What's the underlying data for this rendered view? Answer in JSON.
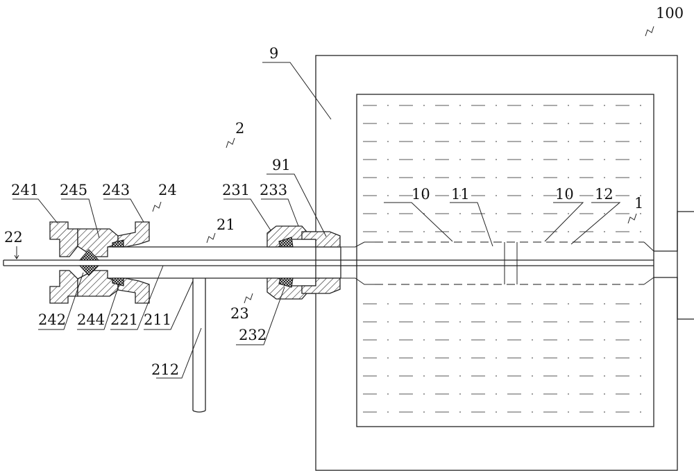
{
  "labels": {
    "l100": "100",
    "l9": "9",
    "l2": "2",
    "l91": "91",
    "l241": "241",
    "l245": "245",
    "l243": "243",
    "l24": "24",
    "l231": "231",
    "l233": "233",
    "l21": "21",
    "l22": "22",
    "l10a": "10",
    "l11": "11",
    "l10b": "10",
    "l12": "12",
    "l1": "1",
    "l242": "242",
    "l244": "244",
    "l221": "221",
    "l211": "211",
    "l23": "23",
    "l232": "232",
    "l212": "212"
  },
  "colors": {
    "line": "#222222",
    "background": "#ffffff"
  }
}
